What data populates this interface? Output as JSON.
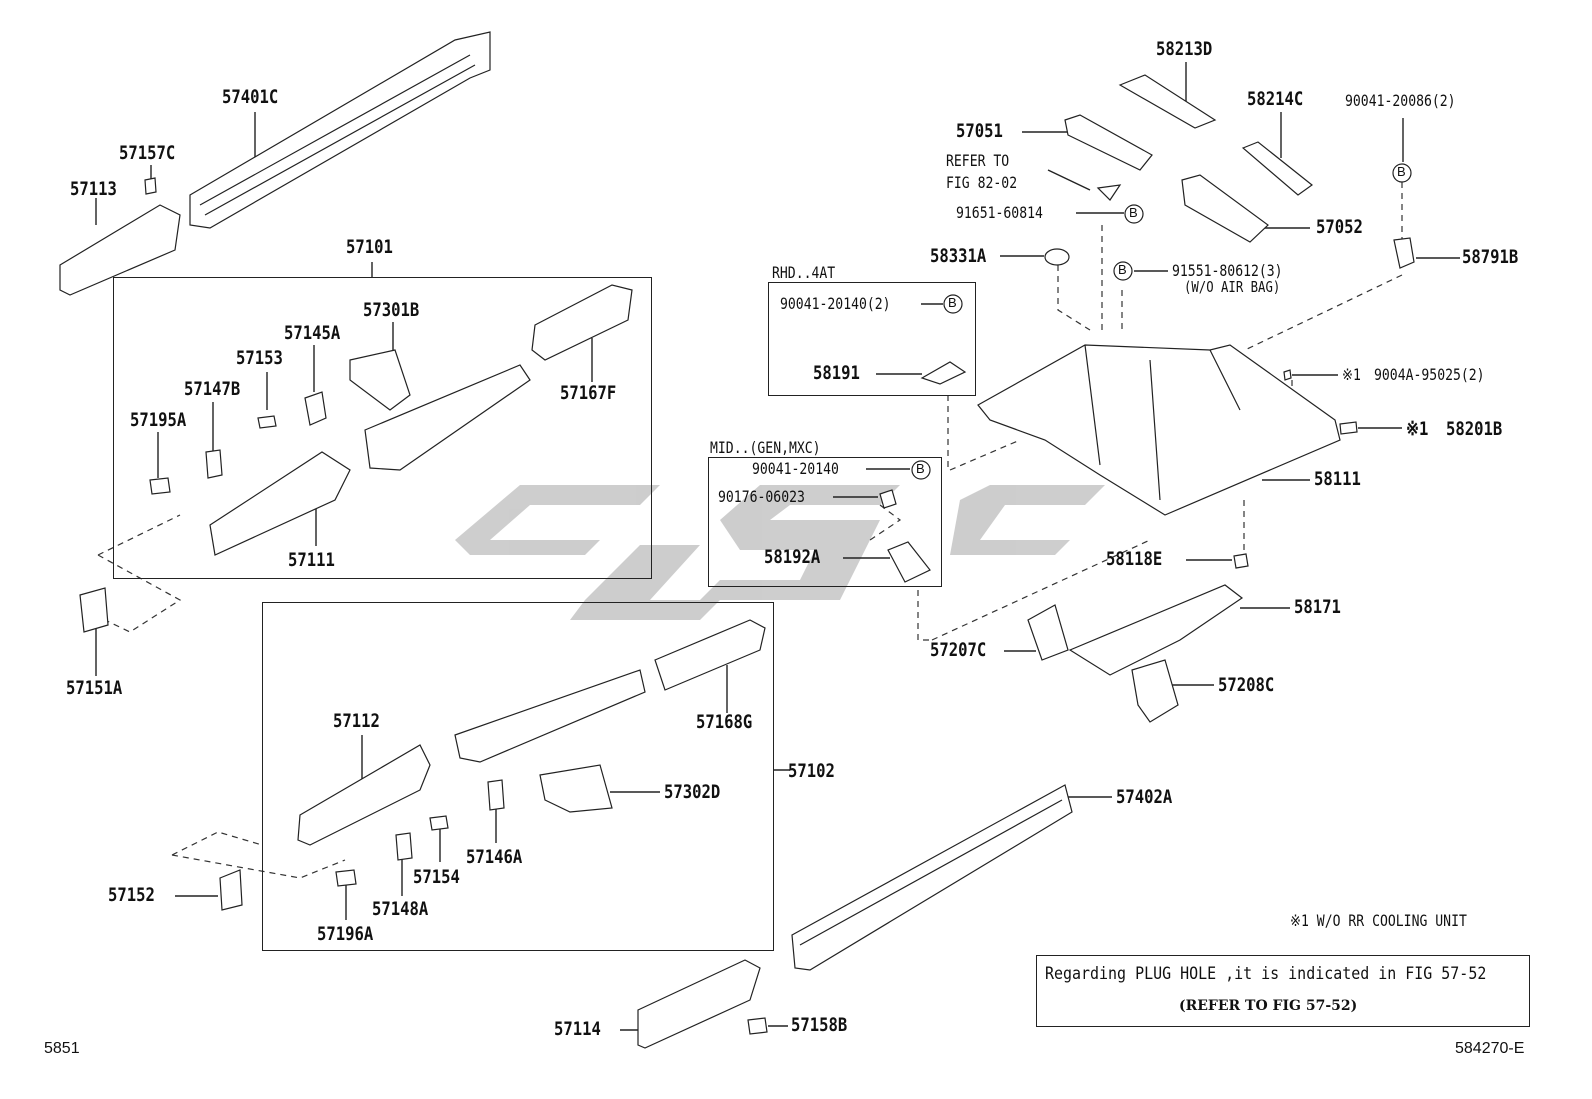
{
  "parts": {
    "p57401C": "57401C",
    "p57157C": "57157C",
    "p57113": "57113",
    "p57101": "57101",
    "p57301B": "57301B",
    "p57145A": "57145A",
    "p57153": "57153",
    "p57147B": "57147B",
    "p57195A": "57195A",
    "p57111": "57111",
    "p57167F": "57167F",
    "p57151A": "57151A",
    "p57112": "57112",
    "p57168G": "57168G",
    "p57102": "57102",
    "p57302D": "57302D",
    "p57146A": "57146A",
    "p57154": "57154",
    "p57148A": "57148A",
    "p57196A": "57196A",
    "p57152": "57152",
    "p57114": "57114",
    "p57158B": "57158B",
    "p57402A": "57402A",
    "p58213D": "58213D",
    "p58214C": "58214C",
    "p90041_20086": "90041-20086(2)",
    "p57051": "57051",
    "refer_to": "REFER TO",
    "fig_82_02": "FIG 82-02",
    "p91651_60814": "91651-60814",
    "p57052": "57052",
    "p58331A": "58331A",
    "p91551_80612": "91551-80612(3)",
    "wo_air_bag": "(W/O AIR BAG)",
    "p58791B": "58791B",
    "rhd_4at": "RHD..4AT",
    "p90041_20140_2": "90041-20140(2)",
    "p58191": "58191",
    "p9004A_95025": "9004A-95025(2)",
    "p58201B": "58201B",
    "mid_gen_mxc": "MID..(GEN,MXC)",
    "p90041_20140": "90041-20140",
    "p90176_06023": "90176-06023",
    "p58192A": "58192A",
    "p58111": "58111",
    "p58118E": "58118E",
    "p58171": "58171",
    "p57207C": "57207C",
    "p57208C": "57208C",
    "mark1": "※1",
    "mark1b": "※1",
    "footnote": "※1  W/O RR COOLING UNIT",
    "callout_b": "B"
  },
  "note_box": {
    "line1": "Regarding PLUG HOLE ,it is indicated in FIG 57-52",
    "line2": "(REFER TO FIG 57-52)"
  },
  "page": {
    "left_code": "5851",
    "right_code": "584270-E"
  }
}
